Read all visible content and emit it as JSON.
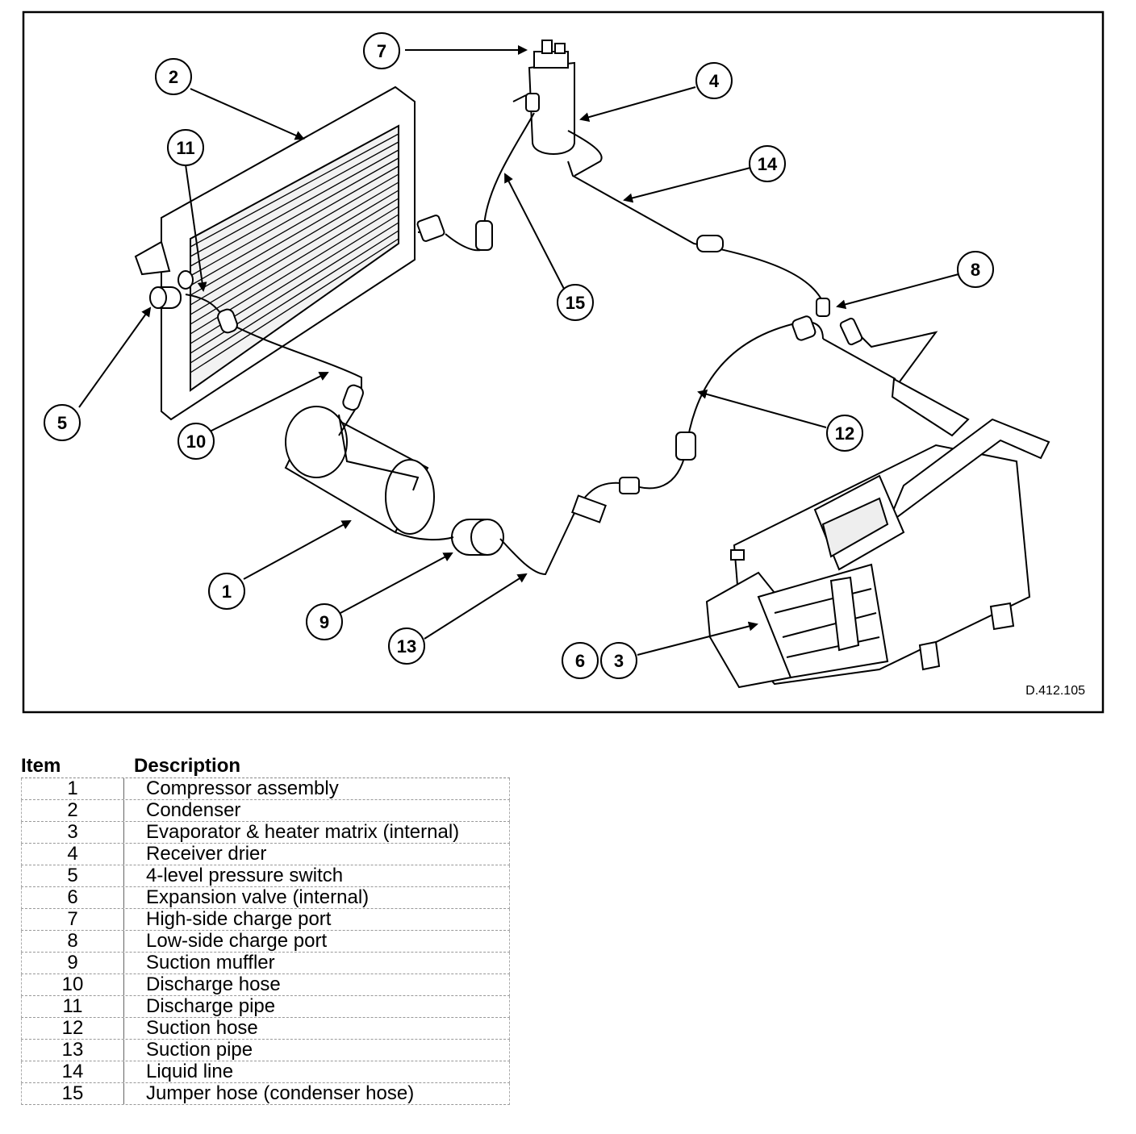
{
  "diagram": {
    "reference_code": "D.412.105",
    "callouts": [
      {
        "id": "c1",
        "label": "1"
      },
      {
        "id": "c2",
        "label": "2"
      },
      {
        "id": "c3",
        "label": "3"
      },
      {
        "id": "c4",
        "label": "4"
      },
      {
        "id": "c5",
        "label": "5"
      },
      {
        "id": "c6",
        "label": "6"
      },
      {
        "id": "c7",
        "label": "7"
      },
      {
        "id": "c8",
        "label": "8"
      },
      {
        "id": "c9",
        "label": "9"
      },
      {
        "id": "c10",
        "label": "10"
      },
      {
        "id": "c11",
        "label": "11"
      },
      {
        "id": "c12",
        "label": "12"
      },
      {
        "id": "c13",
        "label": "13"
      },
      {
        "id": "c14",
        "label": "14"
      },
      {
        "id": "c15",
        "label": "15"
      }
    ]
  },
  "legend": {
    "header_item": "Item",
    "header_description": "Description",
    "rows": [
      {
        "item": "1",
        "description": "Compressor assembly"
      },
      {
        "item": "2",
        "description": "Condenser"
      },
      {
        "item": "3",
        "description": "Evaporator & heater matrix (internal)"
      },
      {
        "item": "4",
        "description": "Receiver drier"
      },
      {
        "item": "5",
        "description": "4-level pressure switch"
      },
      {
        "item": "6",
        "description": "Expansion valve (internal)"
      },
      {
        "item": "7",
        "description": "High-side charge port"
      },
      {
        "item": "8",
        "description": "Low-side charge port"
      },
      {
        "item": "9",
        "description": "Suction muffler"
      },
      {
        "item": "10",
        "description": "Discharge hose"
      },
      {
        "item": "11",
        "description": "Discharge pipe"
      },
      {
        "item": "12",
        "description": "Suction hose"
      },
      {
        "item": "13",
        "description": "Suction pipe"
      },
      {
        "item": "14",
        "description": "Liquid line"
      },
      {
        "item": "15",
        "description": "Jumper hose (condenser hose)"
      }
    ]
  }
}
